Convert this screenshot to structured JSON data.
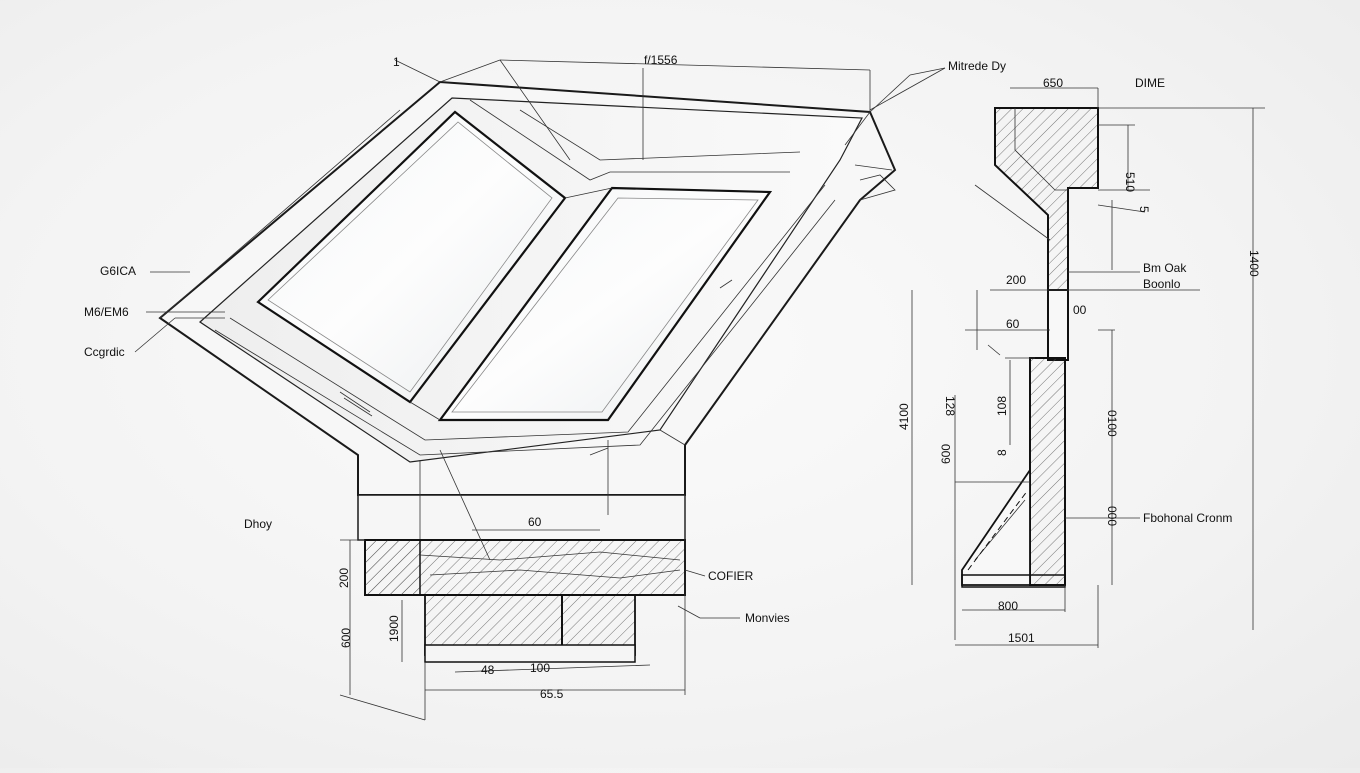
{
  "labels": {
    "top_dim": "f/1556",
    "left_top_tick": "1",
    "frame_top_label": "Mitrede Dy",
    "left_label_1": "G6ICA",
    "left_label_2": "M6/EM6",
    "left_label_3": "Ccgrdic",
    "left_label_4": "Dhoy",
    "dim_60": "60",
    "dim_200_left": "200",
    "dim_600_left": "600",
    "dim_1900": "1900",
    "dim_48": "48",
    "dim_100": "100",
    "dim_65": "65.5",
    "label_cofier": "COFIER",
    "label_monves": "Monvies",
    "right_dim_650": "650",
    "right_title": "DIME",
    "right_dim_510": "510",
    "right_dim_5": "5",
    "right_dim_1400": "1400",
    "right_dim_200": "200",
    "right_label_bm": "Bm Oak",
    "right_label_boonlo": "Boonlo",
    "right_dim_00": "00",
    "right_dim_60": "60",
    "right_dim_4100": "4100",
    "right_dim_128": "128",
    "right_dim_108": "108",
    "right_dim_600": "600",
    "right_dim_8": "8",
    "right_dim_0100": "0100",
    "right_dim_000": "000",
    "right_label_fbohonal": "Fbohonal Cronm",
    "right_dim_800": "800",
    "right_dim_1500": "1501"
  }
}
